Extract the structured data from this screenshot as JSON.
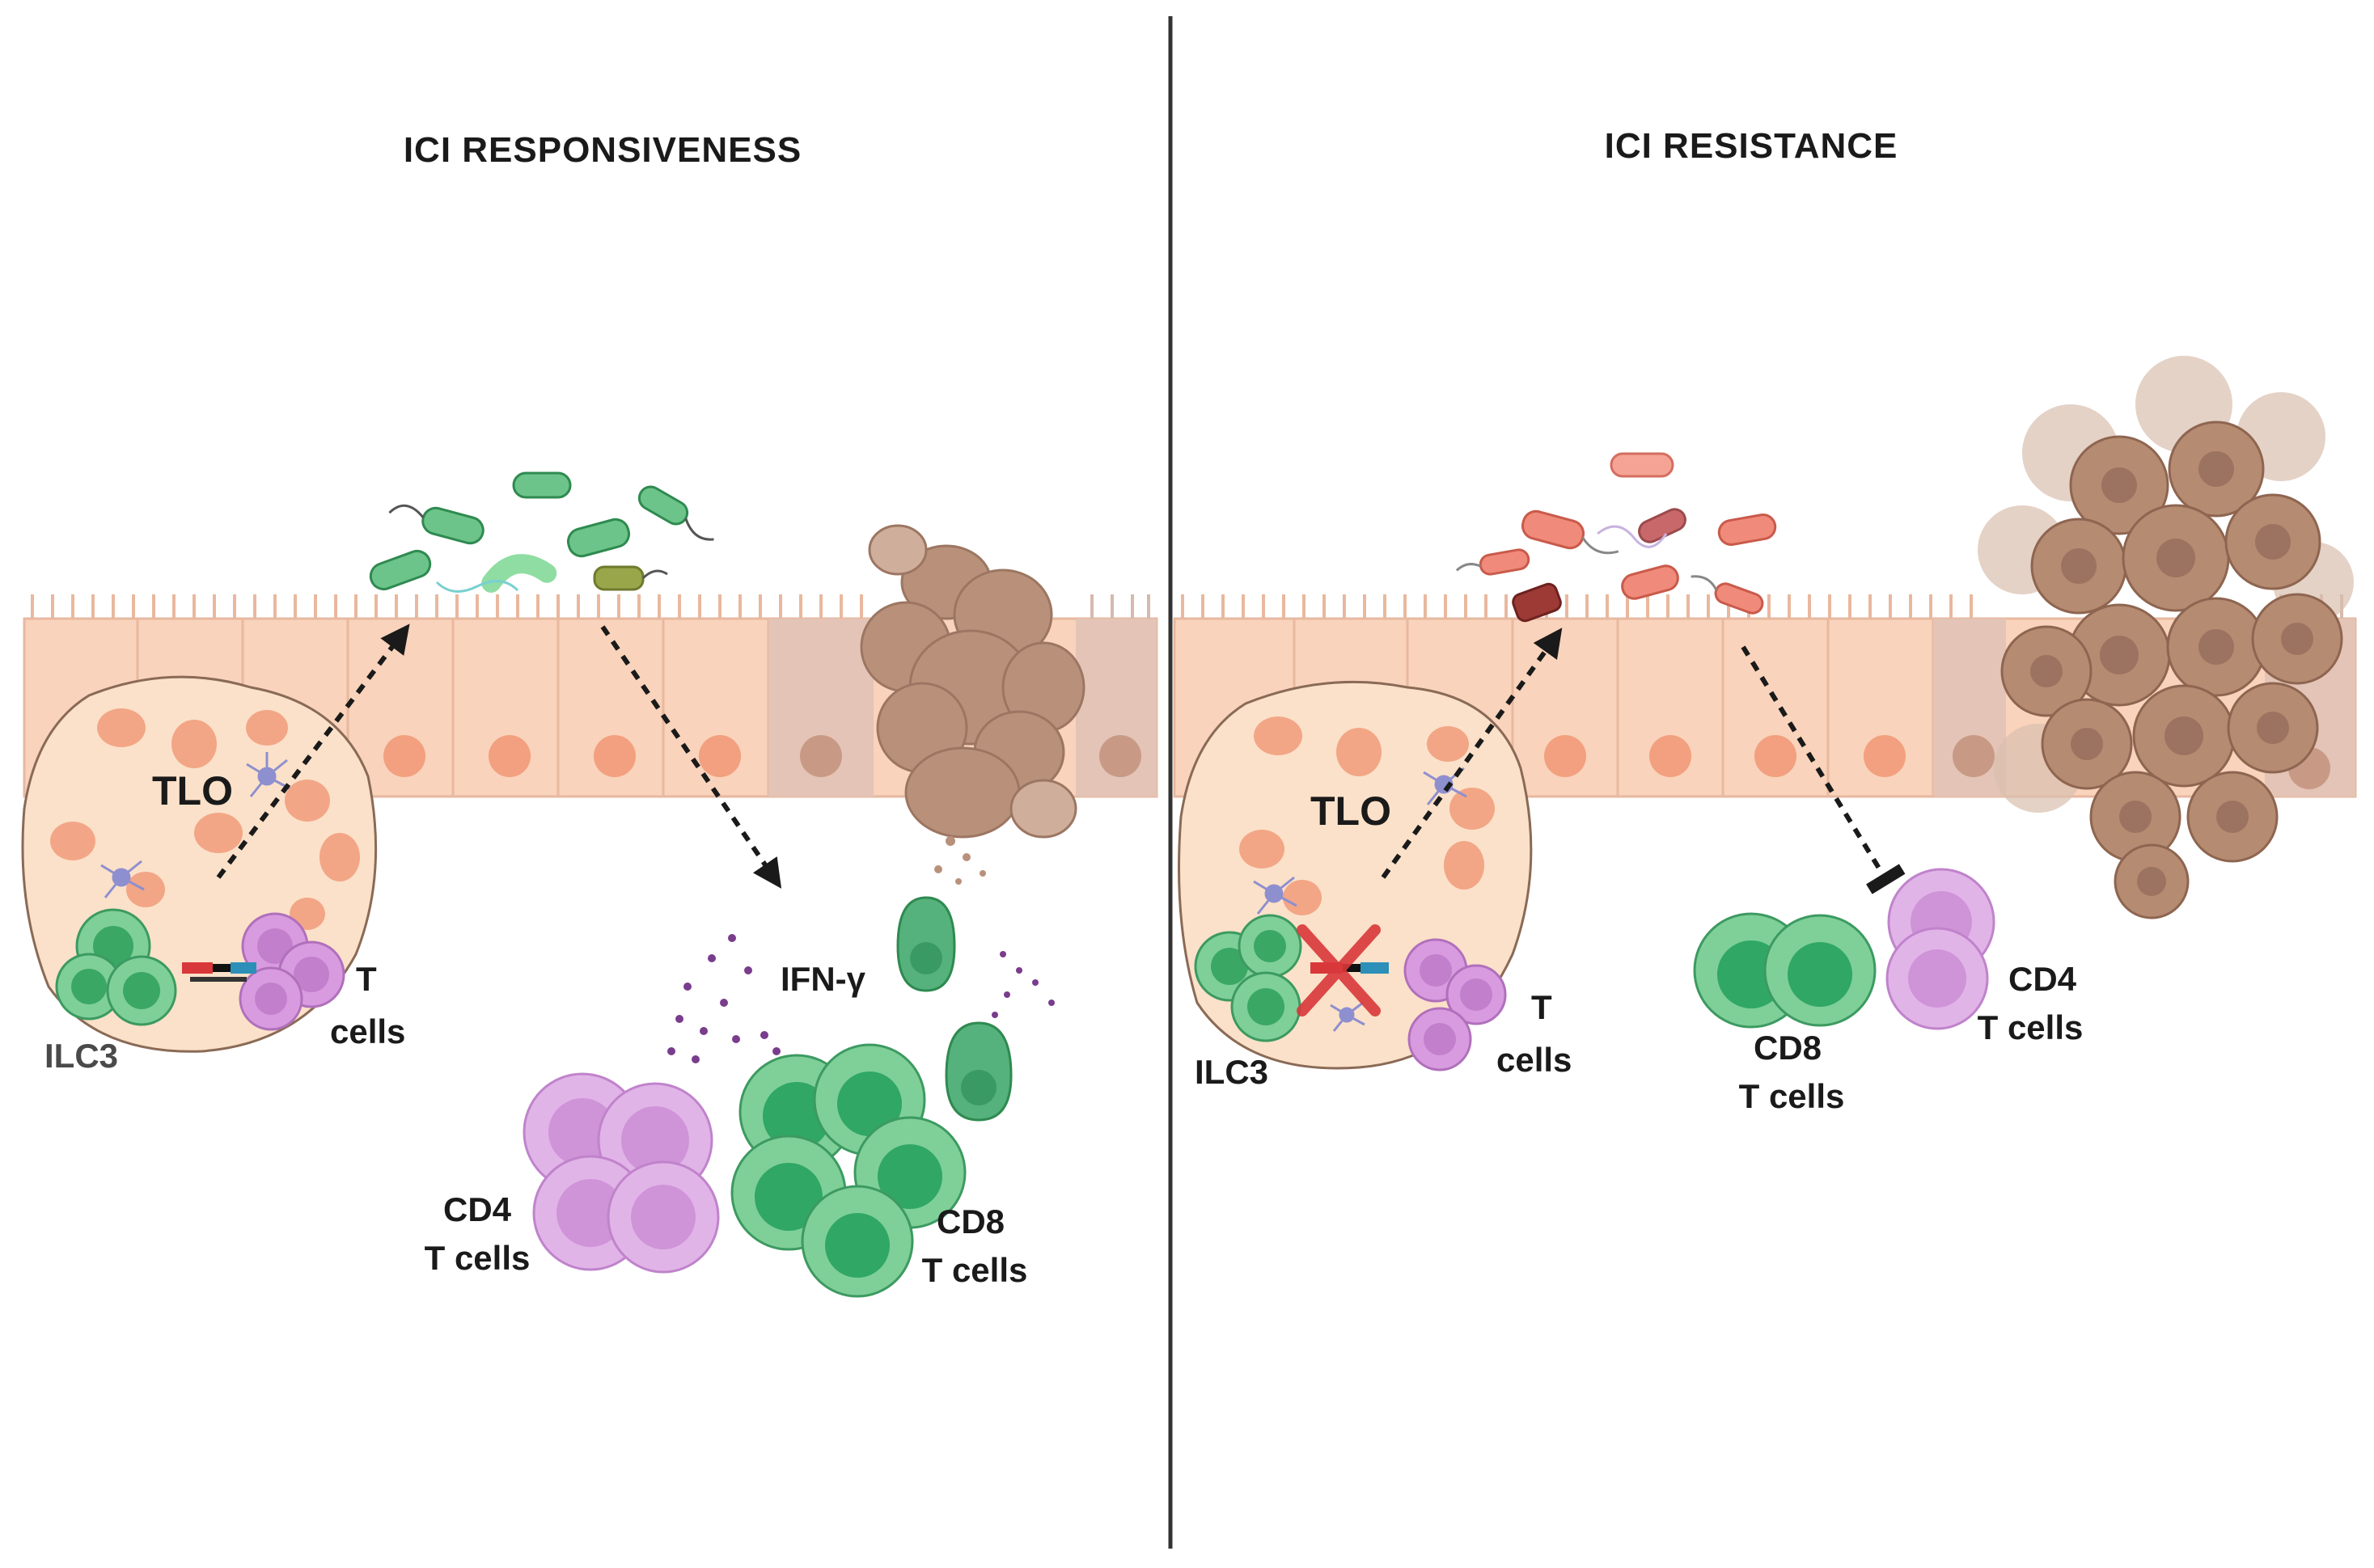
{
  "panels": {
    "left": {
      "title": "ICI RESPONSIVENESS",
      "tlo_label": "TLO",
      "ilc3_label": "ILC3",
      "tlo_t_cells_label": [
        "T",
        "cells"
      ],
      "ifn_label": "IFN-γ",
      "cd4_label": [
        "CD4",
        "T cells"
      ],
      "cd8_label": [
        "CD8",
        "T cells"
      ]
    },
    "right": {
      "title": "ICI RESISTANCE",
      "tlo_label": "TLO",
      "ilc3_label": "ILC3",
      "tlo_t_cells_label": [
        "T",
        "cells"
      ],
      "cd8_label": [
        "CD8",
        "T cells"
      ],
      "cd4_label": [
        "CD4",
        "T cells"
      ]
    }
  },
  "colors": {
    "epithelium": "#f9d3bb",
    "epithelium_nucleus": "#f2a07f",
    "tlo_fill": "#fbe1c9",
    "good_bacteria": "#6cc48a",
    "bad_bacteria": "#f08a7a",
    "cd4": "#d89be0",
    "cd8": "#5cc18a",
    "tumor": "#b58b72",
    "inhibition_x": "#d9383a",
    "ifn_dots": "#7a3c8c"
  },
  "icons": [
    "bacteria-icon",
    "dendritic-cell-icon",
    "tumor-cell-icon",
    "receptor-icon",
    "inhibition-x-icon",
    "arrow-icon",
    "blunt-arrow-icon"
  ]
}
